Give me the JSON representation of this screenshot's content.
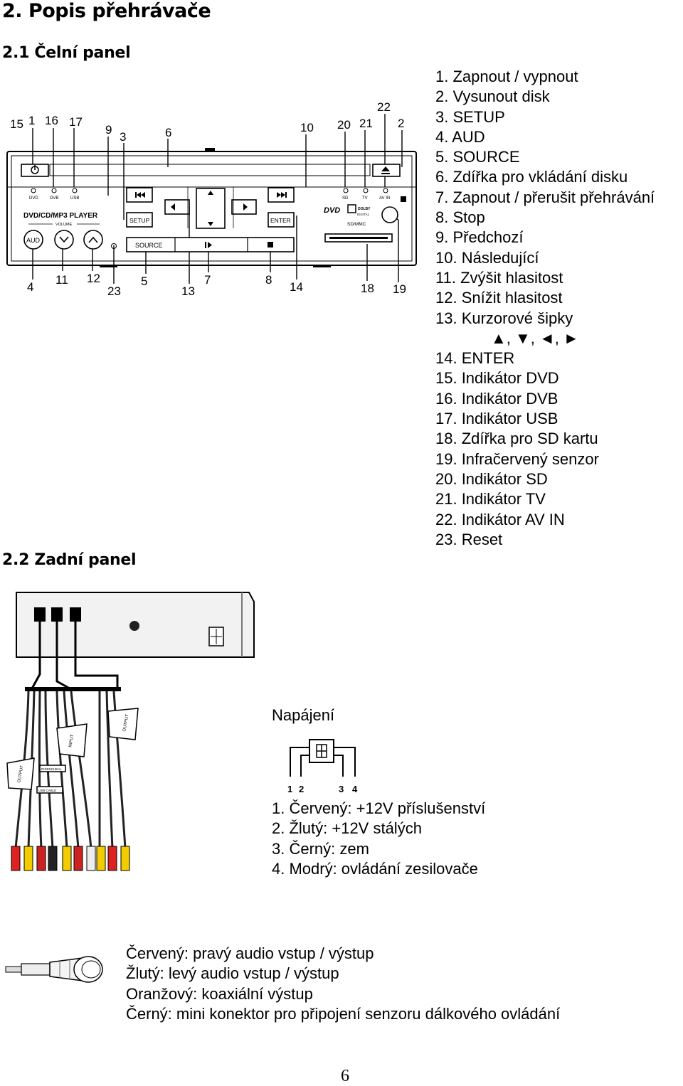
{
  "title": "2. Popis přehrávače",
  "front_section": "2.1 Čelní panel",
  "rear_section": "2.2 Zadní panel",
  "front_items": [
    "1. Zapnout / vypnout",
    "2. Vysunout disk",
    "3. SETUP",
    "4. AUD",
    "5. SOURCE",
    "6. Zdířka pro vkládání disku",
    "7. Zapnout / přerušit přehrávání",
    "8. Stop",
    "9. Předchozí",
    "10. Následující",
    "11. Zvýšit hlasitost",
    "12. Snížit hlasitost",
    "13. Kurzorové šipky",
    "▲, ▼, ◄, ►",
    "14. ENTER",
    "15. Indikátor DVD",
    "16. Indikátor DVB",
    "17. Indikátor USB",
    "18. Zdířka pro SD kartu",
    "19. Infračervený senzor",
    "20. Indikátor SD",
    "21. Indikátor TV",
    "22. Indikátor AV IN",
    "23. Reset"
  ],
  "front_panel": {
    "callouts": [
      "15",
      "1",
      "16",
      "17",
      "9",
      "3",
      "6",
      "10",
      "20",
      "21",
      "22",
      "2",
      "4",
      "11",
      "12",
      "23",
      "5",
      "13",
      "7",
      "8",
      "14",
      "18",
      "19"
    ],
    "indicators": [
      "DVD",
      "DVB",
      "USB",
      "SD",
      "TV",
      "AV IN"
    ],
    "brand": "DVD/CD/MP3 PLAYER",
    "volume": "VOLUME",
    "buttons": {
      "setup": "SETUP",
      "source": "SOURCE",
      "enter": "ENTER",
      "aud": "AUD"
    },
    "sd_slot": "SD/MMC",
    "logo_dvd": "DVD",
    "logo_dolby": "DOLBY",
    "logo_dolby_sub": "DIGITAL"
  },
  "rear_cables": {
    "tags": [
      "OUTPUT",
      "INPUT",
      "OUTPUT"
    ],
    "small_labels": [
      "DISENCHEAL",
      "USB CABLE"
    ]
  },
  "power": {
    "label": "Napájení",
    "pins": [
      "1",
      "2",
      "3",
      "4"
    ],
    "items": [
      "1. Červený: +12V příslušenství",
      "2. Žlutý: +12V stálých",
      "3. Černý: zem",
      "4. Modrý: ovládání zesilovače"
    ]
  },
  "connectors": [
    "Červený: pravý audio vstup / výstup",
    "Žlutý: levý audio vstup / výstup",
    "Oranžový: koaxiální výstup",
    "Černý: mini konektor pro připojení senzoru dálkového ovládání"
  ],
  "page_number": "6"
}
